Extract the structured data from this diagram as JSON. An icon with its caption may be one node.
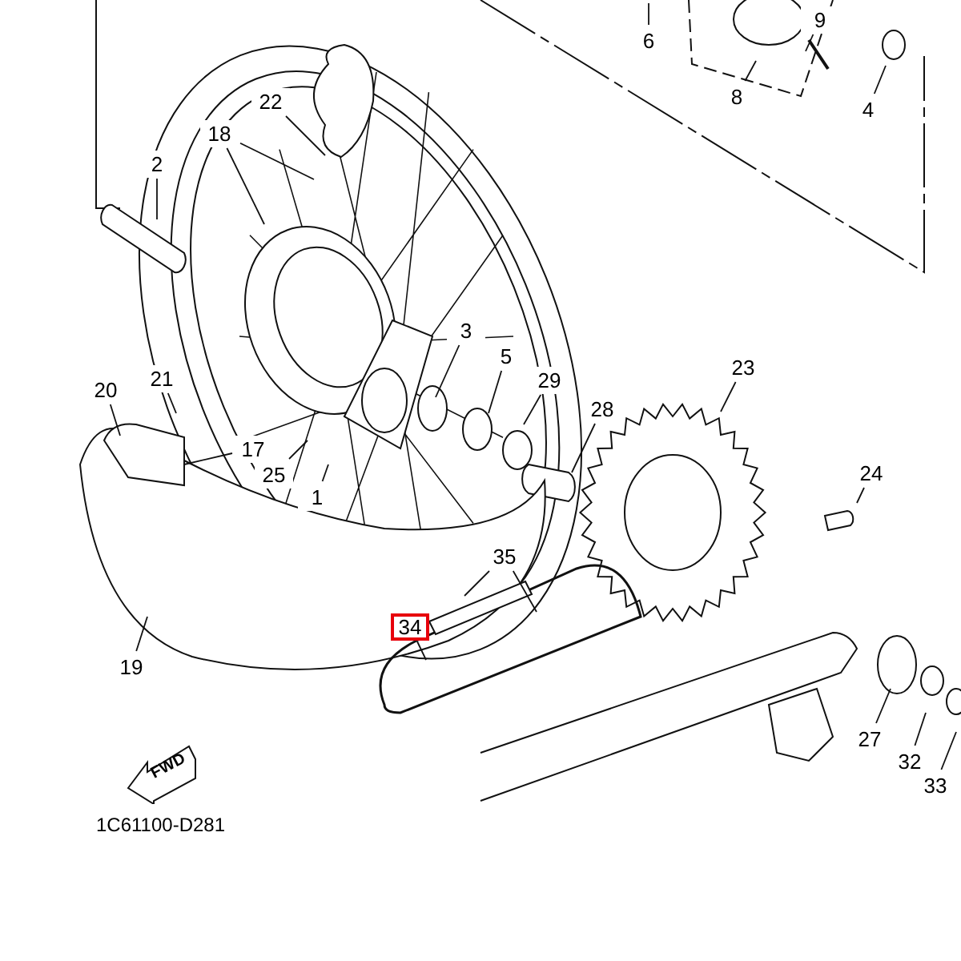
{
  "diagram": {
    "nodes": [
      {
        "text": [
          "9"
        ]
      },
      {
        "text": [
          "6"
        ]
      },
      {
        "text": [
          "8"
        ]
      },
      {
        "text": [
          "22"
        ]
      },
      {
        "text": [
          "4"
        ]
      },
      {
        "text": [
          "18"
        ]
      },
      {
        "text": [
          "2"
        ]
      },
      {
        "text": [
          "3"
        ]
      },
      {
        "text": [
          "5"
        ]
      },
      {
        "text": [
          "23"
        ]
      },
      {
        "text": [
          "21"
        ]
      },
      {
        "text": [
          "29"
        ]
      },
      {
        "text": [
          "20"
        ]
      },
      {
        "text": [
          "28"
        ]
      },
      {
        "text": [
          "17"
        ]
      },
      {
        "text": [
          "24"
        ]
      },
      {
        "text": [
          "25"
        ]
      },
      {
        "text": [
          "1"
        ]
      },
      {
        "text": [
          "35"
        ]
      },
      {
        "text": [
          "34"
        ]
      },
      {
        "text": [
          "19"
        ]
      },
      {
        "text": [
          "27"
        ]
      },
      {
        "text": [
          "32"
        ]
      },
      {
        "text": [
          "33"
        ]
      },
      {
        "text": [
          "FWD"
        ]
      }
    ],
    "edges": [
      {
        "from": 0,
        "to": null,
        "arrow": "none"
      },
      {
        "from": 1,
        "to": null,
        "arrow": "none"
      },
      {
        "from": 2,
        "to": null,
        "arrow": "none"
      },
      {
        "from": 3,
        "to": null,
        "arrow": "none"
      },
      {
        "from": 4,
        "to": null,
        "arrow": "none"
      },
      {
        "from": 5,
        "to": null,
        "arrow": "none"
      },
      {
        "from": 5,
        "to": null,
        "arrow": "none"
      },
      {
        "from": 6,
        "to": null,
        "arrow": "none"
      },
      {
        "from": 7,
        "to": null,
        "arrow": "none"
      },
      {
        "from": 8,
        "to": null,
        "arrow": "none"
      },
      {
        "from": 9,
        "to": null,
        "arrow": "none"
      },
      {
        "from": 10,
        "to": null,
        "arrow": "none"
      },
      {
        "from": 11,
        "to": null,
        "arrow": "none"
      },
      {
        "from": 12,
        "to": null,
        "arrow": "none"
      },
      {
        "from": 13,
        "to": null,
        "arrow": "none"
      },
      {
        "from": 14,
        "to": null,
        "arrow": "none"
      },
      {
        "from": 15,
        "to": null,
        "arrow": "none"
      },
      {
        "from": 16,
        "to": null,
        "arrow": "none"
      },
      {
        "from": 17,
        "to": null,
        "arrow": "none"
      },
      {
        "from": 18,
        "to": null,
        "arrow": "none"
      },
      {
        "from": 18,
        "to": null,
        "arrow": "none"
      },
      {
        "from": 19,
        "to": null,
        "arrow": "none"
      },
      {
        "from": 20,
        "to": null,
        "arrow": "none"
      },
      {
        "from": 21,
        "to": null,
        "arrow": "none"
      },
      {
        "from": 22,
        "to": null,
        "arrow": "none"
      },
      {
        "from": 23,
        "to": null,
        "arrow": "none"
      }
    ],
    "labels": [
      "1C61100-D281"
    ]
  }
}
